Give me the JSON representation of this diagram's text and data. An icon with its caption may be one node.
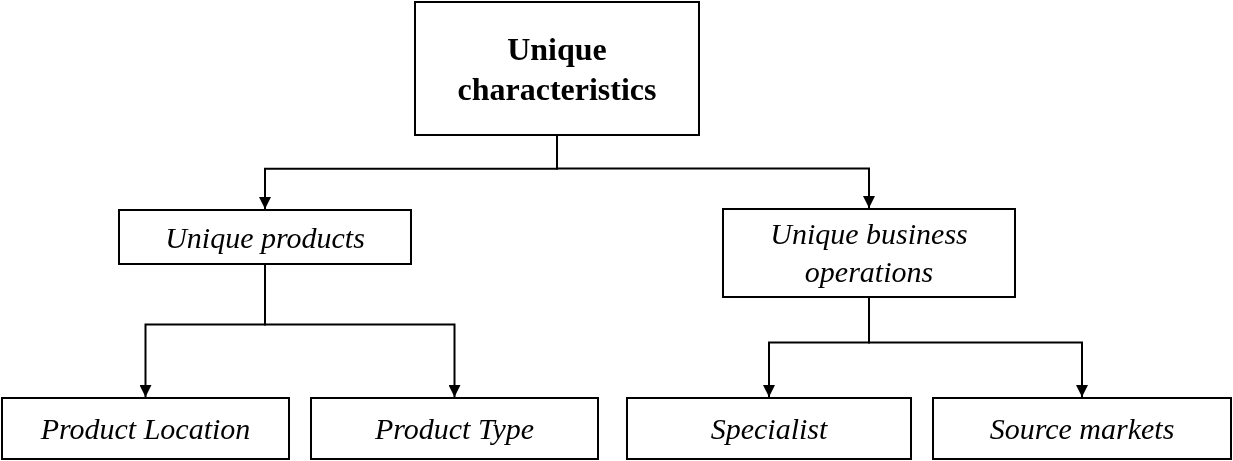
{
  "diagram": {
    "nodes": [
      {
        "text": [
          "Unique characteristics"
        ]
      },
      {
        "text": [
          "Unique products"
        ]
      },
      {
        "text": [
          "Unique business operations"
        ]
      },
      {
        "text": [
          "Product Location"
        ]
      },
      {
        "text": [
          "Product Type"
        ]
      },
      {
        "text": [
          "Specialist"
        ]
      },
      {
        "text": [
          "Source markets"
        ]
      }
    ],
    "edges": [
      {
        "from": 0,
        "to": 1,
        "arrow": "to"
      },
      {
        "from": 0,
        "to": 2,
        "arrow": "to"
      },
      {
        "from": 1,
        "to": 3,
        "arrow": "to"
      },
      {
        "from": 1,
        "to": 4,
        "arrow": "to"
      },
      {
        "from": 2,
        "to": 5,
        "arrow": "to"
      },
      {
        "from": 2,
        "to": 6,
        "arrow": "to"
      }
    ]
  }
}
